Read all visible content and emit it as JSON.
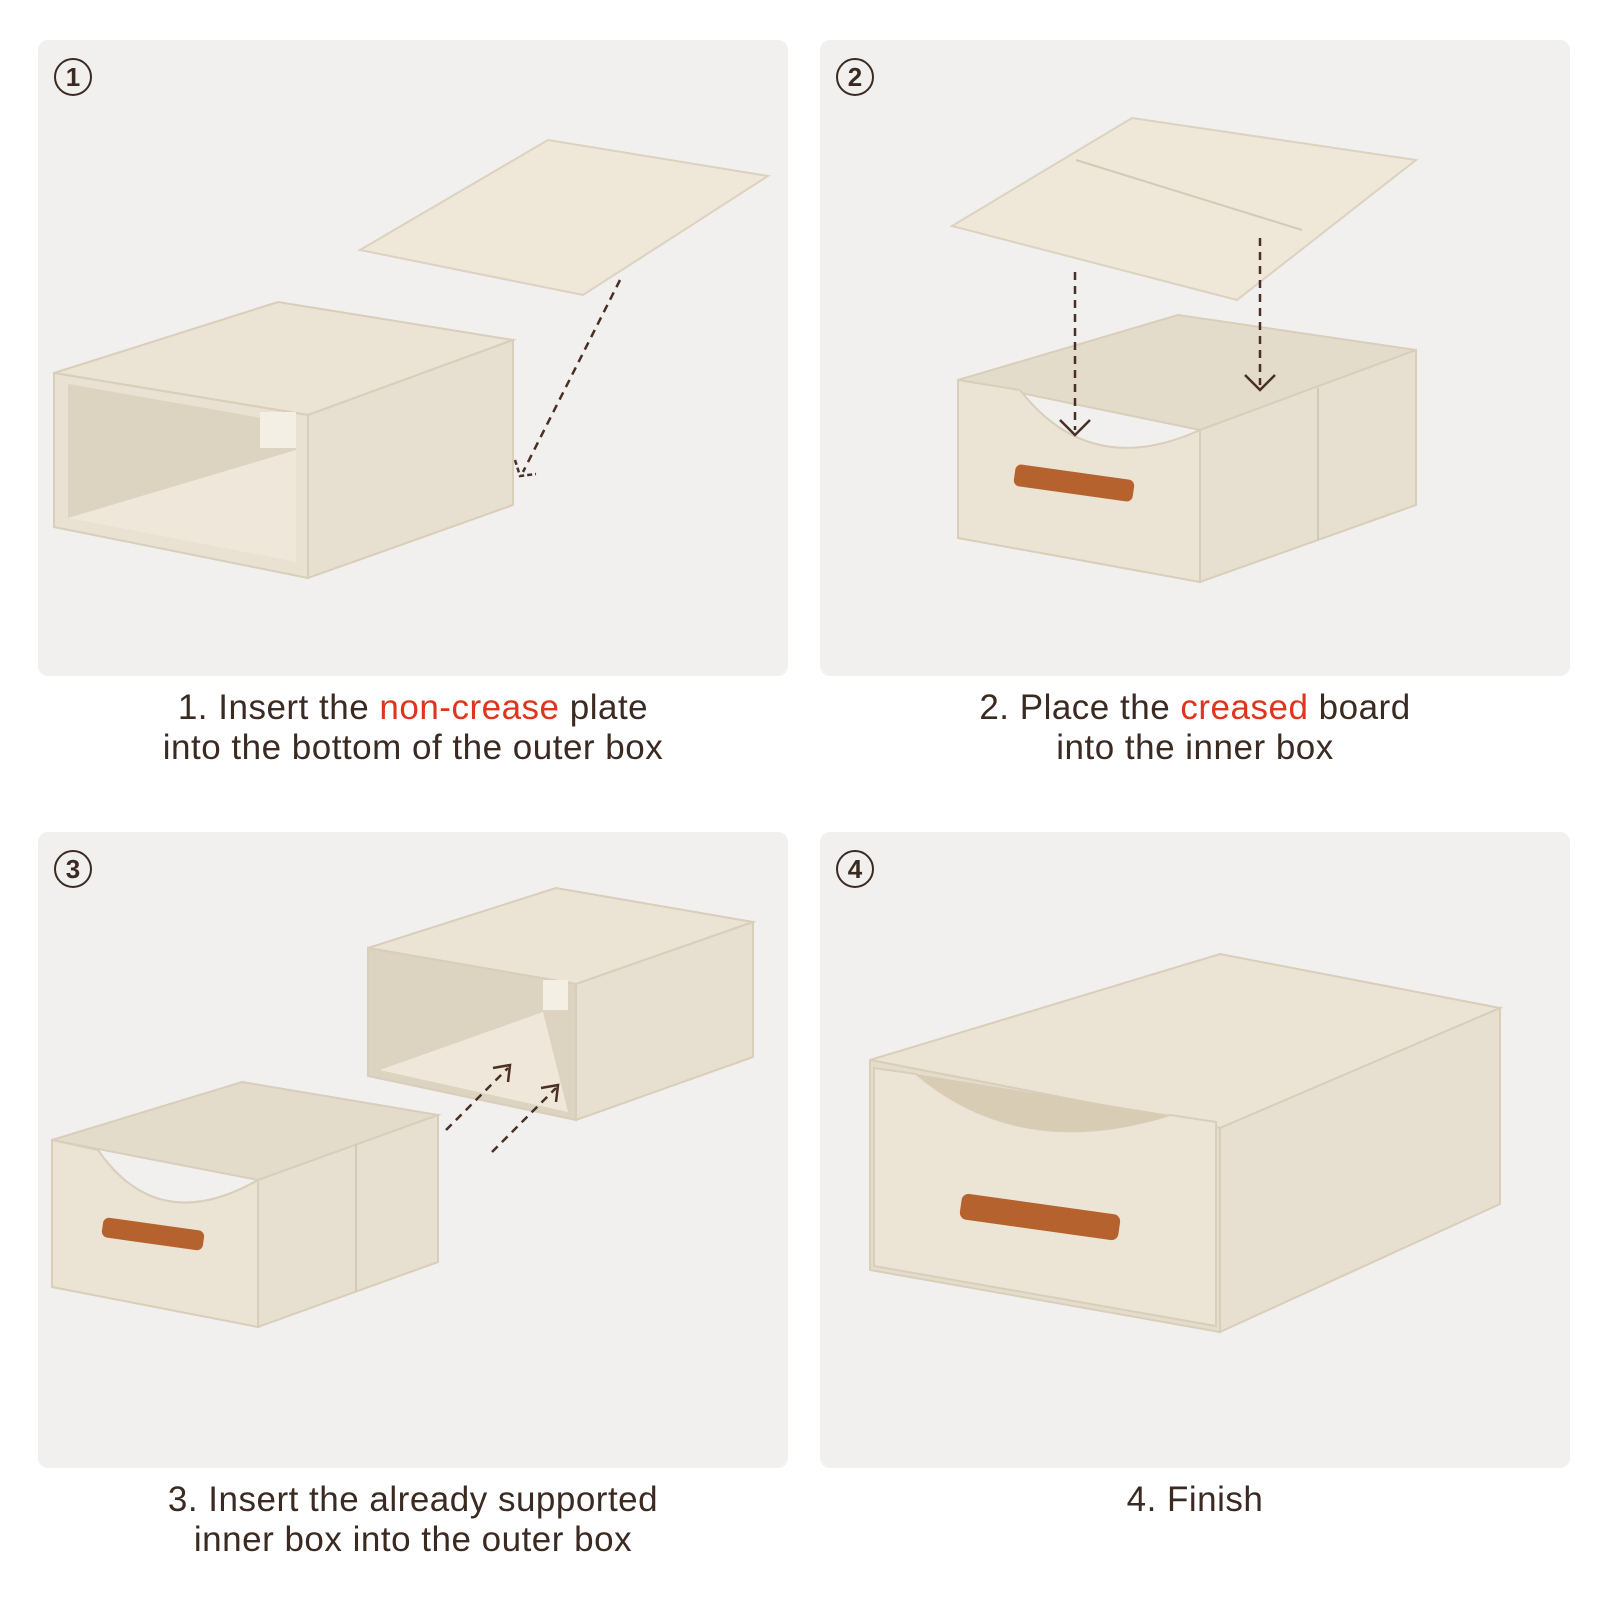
{
  "steps": [
    {
      "number": "1",
      "caption_line1_pre": "1. Insert the ",
      "caption_line1_highlight": "non-crease",
      "caption_line1_post": " plate",
      "caption_line2": "into the bottom of the outer box"
    },
    {
      "number": "2",
      "caption_line1_pre": "2. Place the ",
      "caption_line1_highlight": "creased",
      "caption_line1_post": " board",
      "caption_line2": "into the inner box"
    },
    {
      "number": "3",
      "caption_line1": "3. Insert the already supported",
      "caption_line2": "inner box into the outer box"
    },
    {
      "number": "4",
      "caption_line1": "4. Finish"
    }
  ],
  "colors": {
    "panel_bg": "#f1f0ef",
    "box_fabric": "#ece4d4",
    "box_shadow": "#ddd2bf",
    "handle": "#b5622e",
    "highlight": "#e0341c",
    "text": "#3a2a22"
  }
}
